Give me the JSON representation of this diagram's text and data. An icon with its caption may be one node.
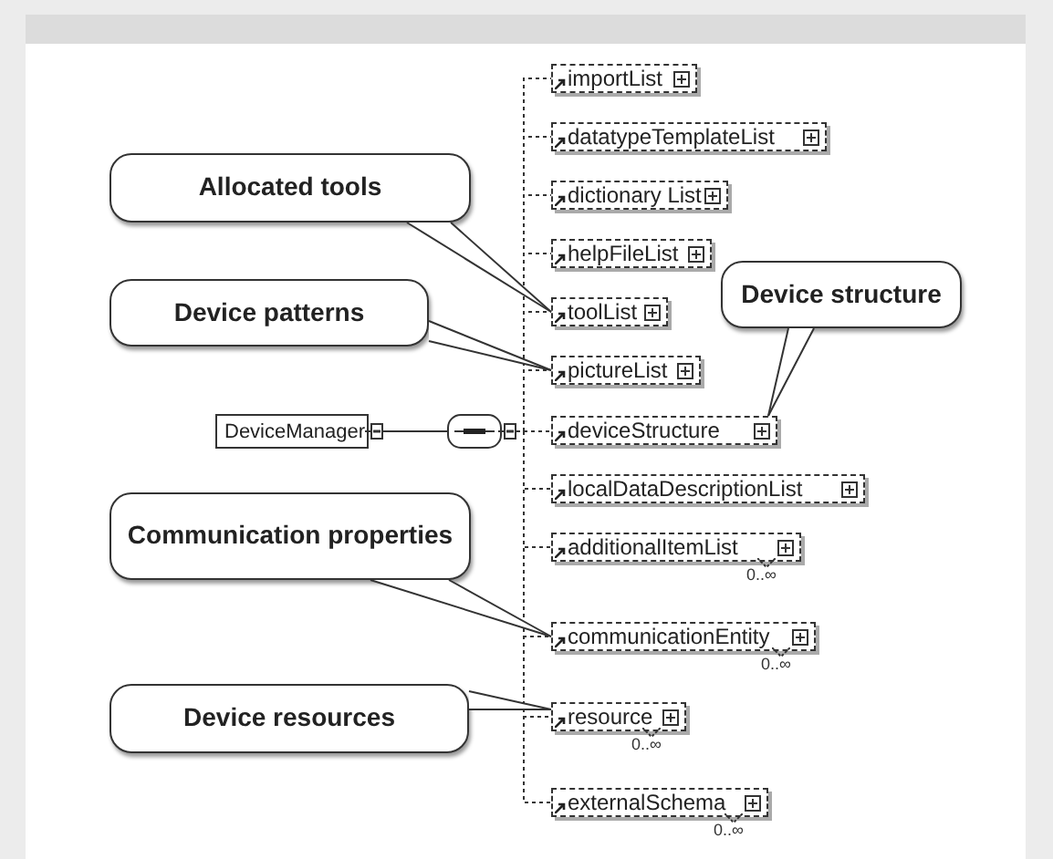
{
  "diagram": {
    "nodes": [
      {
        "text": [
          "DeviceManager"
        ]
      },
      {
        "text": [],
        "shape": "box"
      },
      {
        "text": [
          "importList"
        ]
      },
      {
        "text": [
          "datatypeTemplateList"
        ]
      },
      {
        "text": [
          "dictionary List"
        ]
      },
      {
        "text": [
          "helpFileList"
        ]
      },
      {
        "text": [
          "toolList"
        ]
      },
      {
        "text": [
          "pictureList"
        ]
      },
      {
        "text": [
          "deviceStructure"
        ]
      },
      {
        "text": [
          "localDataDescriptionList"
        ]
      },
      {
        "text": [
          "additionalItemList"
        ],
        "beside": [
          "0..∞"
        ]
      },
      {
        "text": [
          "communicationEntity"
        ],
        "beside": [
          "0..∞"
        ]
      },
      {
        "text": [
          "resource"
        ],
        "beside": [
          "0..∞"
        ]
      },
      {
        "text": [
          "externalSchema"
        ],
        "beside": [
          "0..∞"
        ]
      },
      {
        "text": [
          "Allocated tools"
        ]
      },
      {
        "text": [
          "Device patterns"
        ]
      },
      {
        "text": [
          "Device structure"
        ]
      },
      {
        "text": [
          "Communication properties"
        ]
      },
      {
        "text": [
          "Device resources"
        ]
      }
    ],
    "edges": [
      {
        "from": 0,
        "to": 1,
        "arrow": "none"
      },
      {
        "from": 1,
        "to": 2,
        "arrow": "none",
        "style": "dashed"
      },
      {
        "from": 1,
        "to": 3,
        "arrow": "none",
        "style": "dashed"
      },
      {
        "from": 1,
        "to": 4,
        "arrow": "none",
        "style": "dashed"
      },
      {
        "from": 1,
        "to": 5,
        "arrow": "none",
        "style": "dashed"
      },
      {
        "from": 1,
        "to": 6,
        "arrow": "none",
        "style": "dashed"
      },
      {
        "from": 1,
        "to": 7,
        "arrow": "none",
        "style": "dashed"
      },
      {
        "from": 1,
        "to": 8,
        "arrow": "none",
        "style": "dashed"
      },
      {
        "from": 1,
        "to": 9,
        "arrow": "none",
        "style": "dashed"
      },
      {
        "from": 1,
        "to": 10,
        "arrow": "none",
        "style": "dashed"
      },
      {
        "from": 1,
        "to": 11,
        "arrow": "none",
        "style": "dashed"
      },
      {
        "from": 1,
        "to": 12,
        "arrow": "none",
        "style": "dashed"
      },
      {
        "from": 1,
        "to": 13,
        "arrow": "none",
        "style": "dashed"
      },
      {
        "from": 14,
        "to": 6,
        "arrow": "none"
      },
      {
        "from": 15,
        "to": 7,
        "arrow": "none"
      },
      {
        "from": 16,
        "to": 8,
        "arrow": "none"
      },
      {
        "from": 17,
        "to": 11,
        "arrow": "none"
      },
      {
        "from": 18,
        "to": 12,
        "arrow": "none"
      }
    ]
  }
}
